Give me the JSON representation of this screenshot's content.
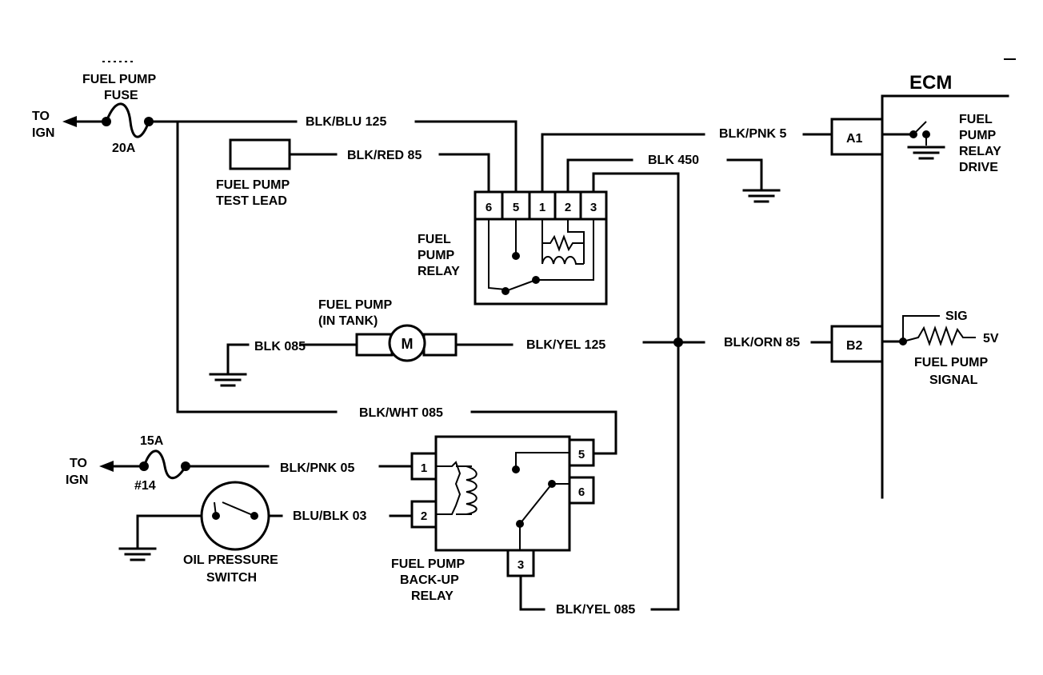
{
  "left": {
    "to_ign_top": [
      "TO",
      "IGN"
    ],
    "to_ign_bottom": [
      "TO",
      "IGN"
    ]
  },
  "fuses": {
    "fuel_pump_fuse": [
      "FUEL PUMP",
      "FUSE"
    ],
    "fuel_pump_fuse_rating": "20A",
    "backup_fuse_rating": "15A",
    "backup_fuse_number": "#14"
  },
  "components": {
    "test_lead": [
      "FUEL PUMP",
      "TEST LEAD"
    ],
    "fuel_pump_relay": [
      "FUEL",
      "PUMP",
      "RELAY"
    ],
    "fuel_pump_motor": [
      "FUEL PUMP",
      "(IN TANK)"
    ],
    "motor_symbol": "M",
    "oil_pressure_switch": [
      "OIL PRESSURE",
      "SWITCH"
    ],
    "backup_relay": [
      "FUEL PUMP",
      "BACK-UP",
      "RELAY"
    ]
  },
  "wires": {
    "blk_blu_125": "BLK/BLU 125",
    "blk_red_85": "BLK/RED 85",
    "blk_pnk_5": "BLK/PNK 5",
    "blk_450": "BLK 450",
    "blk_085": "BLK 085",
    "blk_yel_125": "BLK/YEL 125",
    "blk_orn_85": "BLK/ORN 85",
    "blk_wht_085": "BLK/WHT 085",
    "blk_pnk_05": "BLK/PNK 05",
    "blu_blk_03": "BLU/BLK 03",
    "blk_yel_085": "BLK/YEL 085"
  },
  "relay_pins": [
    "6",
    "5",
    "1",
    "2",
    "3"
  ],
  "backup_relay_pins": {
    "p1": "1",
    "p2": "2",
    "p3": "3",
    "p5": "5",
    "p6": "6"
  },
  "ecm": {
    "title": "ECM",
    "pin_a1": "A1",
    "pin_b2": "B2",
    "relay_drive": [
      "FUEL",
      "PUMP",
      "RELAY",
      "DRIVE"
    ],
    "sig": "SIG",
    "volts": "5V",
    "pump_signal": [
      "FUEL PUMP",
      "SIGNAL"
    ]
  }
}
